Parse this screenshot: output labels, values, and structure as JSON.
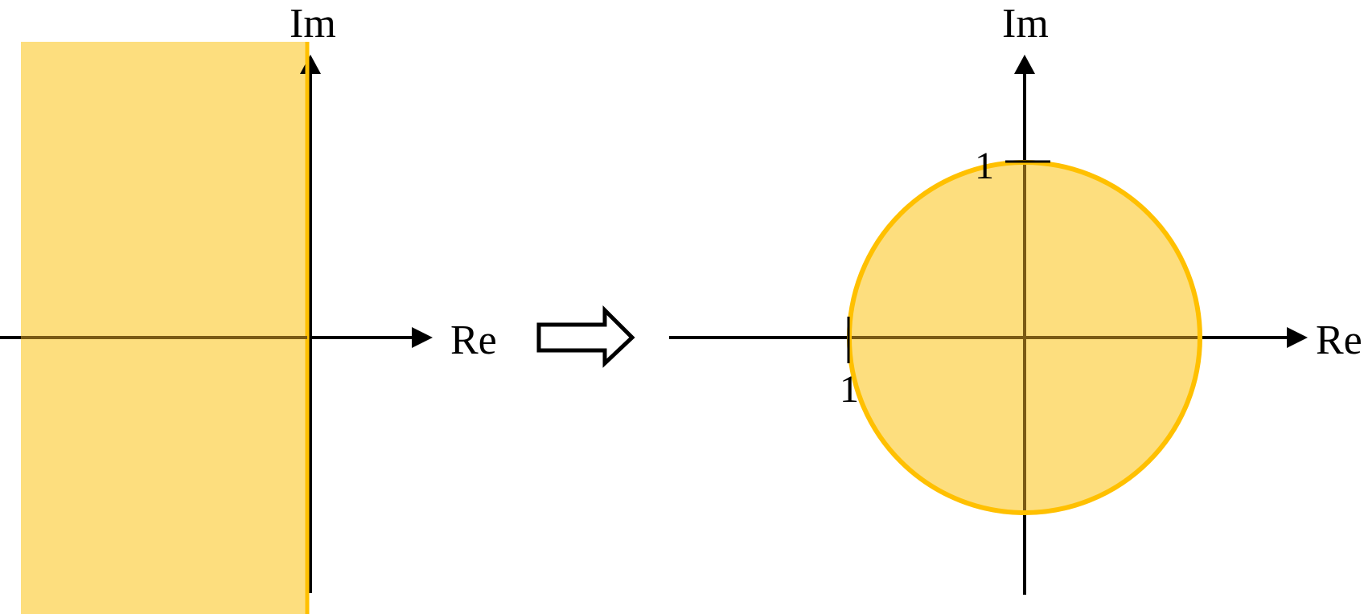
{
  "colors": {
    "region_fill": "#FDDE7E",
    "region_stroke": "#FFC000",
    "axis": "#000000",
    "background": "#FFFFFF"
  },
  "left_plane": {
    "im_label": "Im",
    "re_label": "Re"
  },
  "transition_arrow": {
    "icon": "hollow-right-arrow-icon"
  },
  "right_plane": {
    "im_label": "Im",
    "re_label": "Re",
    "tick_im_label": "1",
    "tick_re_label": "1"
  }
}
